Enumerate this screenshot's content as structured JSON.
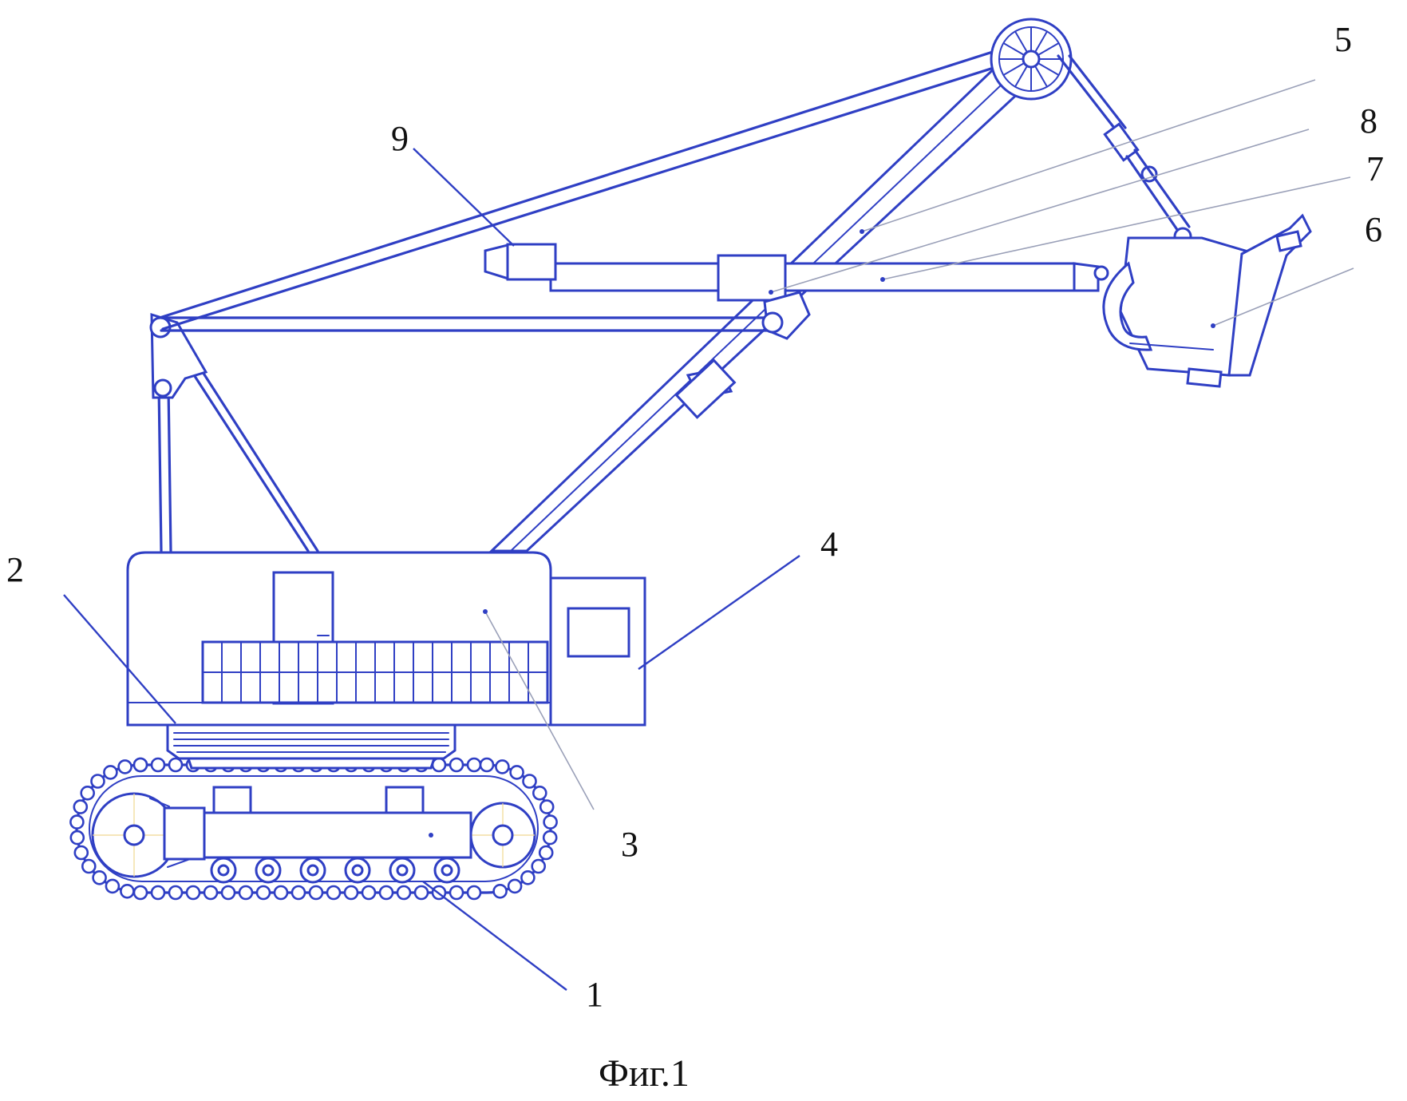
{
  "figure": {
    "caption": "Фиг.1",
    "labels": [
      {
        "id": "1",
        "text": "1"
      },
      {
        "id": "2",
        "text": "2"
      },
      {
        "id": "3",
        "text": "3"
      },
      {
        "id": "4",
        "text": "4"
      },
      {
        "id": "5",
        "text": "5"
      },
      {
        "id": "6",
        "text": "6"
      },
      {
        "id": "7",
        "text": "7"
      },
      {
        "id": "8",
        "text": "8"
      },
      {
        "id": "9",
        "text": "9"
      }
    ]
  }
}
